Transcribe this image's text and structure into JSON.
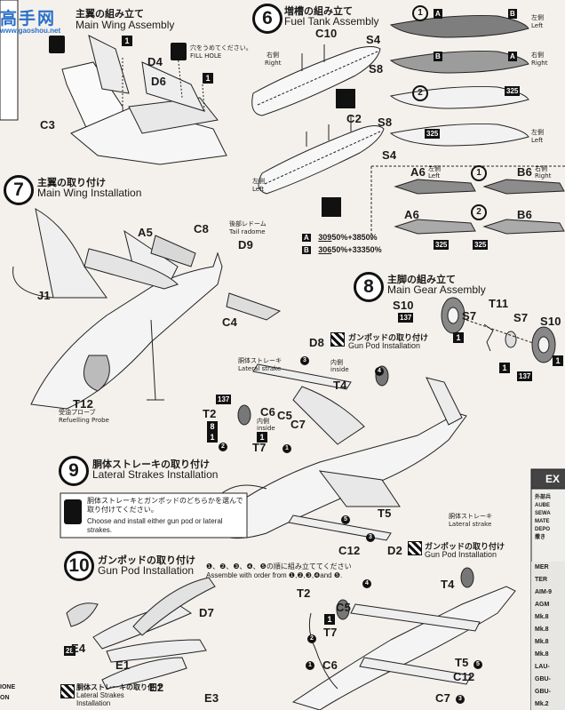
{
  "header": {
    "watermark_cn": "高手网",
    "watermark_url": "www.gaoshou.net"
  },
  "steps": {
    "s5": {
      "jp": "主翼の組み立て",
      "en": "Main Wing Assembly"
    },
    "s6": {
      "num": "6",
      "jp": "増槽の組み立て",
      "en": "Fuel Tank Assembly"
    },
    "s7": {
      "num": "7",
      "jp": "主翼の取り付け",
      "en": "Main Wing Installation"
    },
    "s8": {
      "num": "8",
      "jp": "主脚の組み立て",
      "en": "Main Gear Assembly"
    },
    "s9": {
      "num": "9",
      "jp": "胴体ストレーキの取り付け",
      "en": "Lateral Strakes Installation"
    },
    "s10": {
      "num": "10",
      "jp": "ガンポッドの取り付け",
      "en": "Gun Pod Installation"
    }
  },
  "notes": {
    "fill_hole_jp": "穴をうめてください。",
    "fill_hole_en": "FILL HOLE",
    "right_jp": "右側",
    "right_en": "Right",
    "left_jp": "左側",
    "left_en": "Left",
    "tail_radome_jp": "後部レドーム",
    "tail_radome_en": "Tail radome",
    "refuel_jp": "受油プローブ",
    "refuel_en": "Refuelling Probe",
    "strake_jp": "胴体ストレーキ",
    "strake_en": "Lateral strake",
    "inside_jp": "内側",
    "inside_en": "inside",
    "gunpod_jp": "ガンポッドの取り付け",
    "gunpod_en": "Gun Pod Installation",
    "choose_jp": "胴体ストレーキとガンポッドのどちらかを選んで取り付けてください。",
    "choose_en": "Choose and install either gun pod or lateral strakes.",
    "order_jp": "❶、❷、❸、❹、❺の順に組み立ててください",
    "order_en": "Assemble with order from ❶,❷,❸,❹and ❺.",
    "lateral_strakes_inst": "Lateral Strakes Installation",
    "lateral_strakes_inst_jp": "胴体ストレーキの取り付け"
  },
  "color_mix": {
    "a": {
      "key": "A",
      "c1": "309",
      "p1": "50%",
      "c2": "38",
      "p2": "50%"
    },
    "b": {
      "key": "B",
      "c1": "306",
      "p1": "50%",
      "c2": "333",
      "p2": "50%"
    },
    "plus": "+"
  },
  "tank_panels": {
    "r1": {
      "circ": "1",
      "l": "A",
      "r": "B",
      "side_jp": "左側",
      "side_en": "Left"
    },
    "r2": {
      "l": "B",
      "r": "A",
      "side_jp": "右側",
      "side_en": "Right"
    },
    "r3": {
      "circ": "2",
      "c": "325"
    },
    "r4": {
      "c": "325",
      "side_jp": "左側",
      "side_en": "Left"
    },
    "r5": {
      "l": "A6",
      "circ": "1",
      "r": "B6",
      "lj": "左側",
      "le": "Left",
      "rj": "右側",
      "re": "Right"
    },
    "r6": {
      "l": "A6",
      "circ": "2",
      "r": "B6",
      "c": "325"
    }
  },
  "parts": {
    "C3": "C3",
    "D4": "D4",
    "D6": "D6",
    "C10": "C10",
    "S4": "S4",
    "S8": "S8",
    "C2": "C2",
    "A5": "A5",
    "C8": "C8",
    "D9": "D9",
    "J1": "J1",
    "C4": "C4",
    "T12": "T12",
    "S10": "S10",
    "S7": "S7",
    "T11": "T11",
    "D8": "D8",
    "T4": "T4",
    "T2": "T2",
    "C6": "C6",
    "C5": "C5",
    "C7": "C7",
    "T7": "T7",
    "T5": "T5",
    "C12": "C12",
    "D2": "D2",
    "D7": "D7",
    "E4": "E4",
    "E1": "E1",
    "E2": "E2",
    "E3": "E3"
  },
  "paint": {
    "p137": "137",
    "p8": "8",
    "p28": "28"
  },
  "ex_table": {
    "title": "EX",
    "head": [
      "外部兵",
      "AUBE",
      "SEWA",
      "MATE",
      "DEPO",
      "撒き"
    ],
    "rows": [
      "MER",
      "TER",
      "AIM-9",
      "AGM",
      "Mk.8",
      "Mk.8",
      "Mk.8",
      "Mk.8",
      "LAU-",
      "GBU-",
      "GBU-",
      "Mk.2"
    ]
  },
  "left_edge_text": {
    "a": "IONE",
    "b": "ON"
  },
  "step_part_numbers": {
    "n1": "1",
    "n8": "8",
    "n2": "2",
    "n3": "3",
    "n4": "4",
    "n5": "5"
  }
}
